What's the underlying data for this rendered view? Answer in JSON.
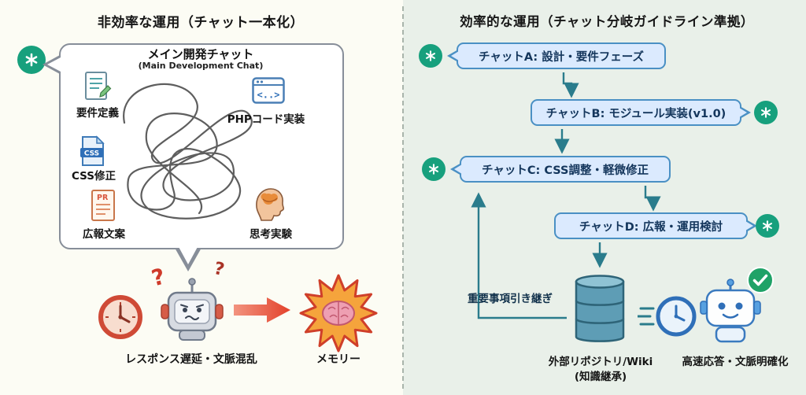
{
  "colors": {
    "accent_green": "#17a07d",
    "chat_fill": "#dbeafe",
    "chat_border": "#4a90c4",
    "arrow_teal": "#2a7c8c",
    "alert_red": "#d23f2c"
  },
  "left_panel": {
    "title": "非効率な運用（チャット一本化）",
    "main_bubble": {
      "title": "メイン開発チャット",
      "subtitle": "(Main Development Chat)",
      "tasks": [
        {
          "label": "要件定義"
        },
        {
          "label": "PHPコード実装"
        },
        {
          "label": "CSS修正"
        },
        {
          "label": "広報文案"
        },
        {
          "label": "思考実験"
        }
      ]
    },
    "icon_glyphs": {
      "code": "<..>",
      "css": "CSS",
      "pr": "PR",
      "question": "?"
    },
    "caption_delay": "レスポンス遅延・文脈混乱",
    "caption_memory": "メモリー"
  },
  "right_panel": {
    "title": "効率的な運用（チャット分岐ガイドライン準拠）",
    "chats": [
      {
        "label": "チャットA: 設計・要件フェーズ"
      },
      {
        "label": "チャットB: モジュール実装(v1.0)"
      },
      {
        "label": "チャットC: CSS調整・軽微修正"
      },
      {
        "label": "チャットD: 広報・運用検討"
      }
    ],
    "handover_label": "重要事項引き継ぎ",
    "repository_label": "外部リポジトリ/Wiki",
    "repository_sublabel": "(知識継承)",
    "result_label": "高速応答・文脈明確化"
  }
}
